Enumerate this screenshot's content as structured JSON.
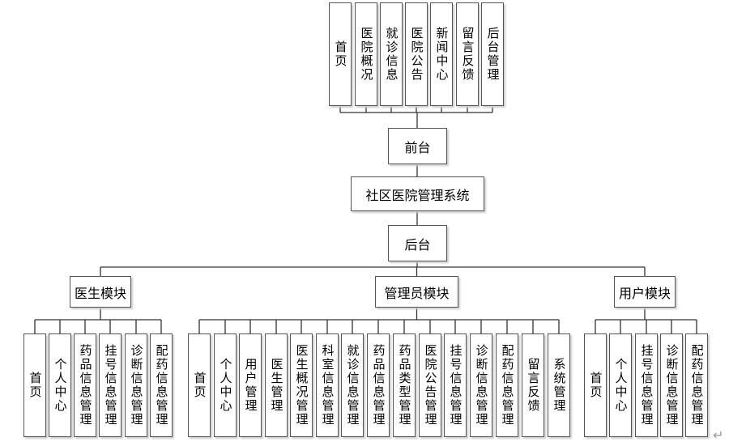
{
  "frontend": {
    "label": "前台",
    "items": [
      "首页",
      "医院概况",
      "就诊信息",
      "医院公告",
      "新闻中心",
      "留言反馈",
      "后台管理"
    ]
  },
  "system": {
    "label": "社区医院管理系统"
  },
  "backend": {
    "label": "后台"
  },
  "modules": [
    {
      "label": "医生模块",
      "items": [
        "首页",
        "个人中心",
        "药品信息管理",
        "挂号信息管理",
        "诊断信息管理",
        "配药信息管理"
      ]
    },
    {
      "label": "管理员模块",
      "items": [
        "首页",
        "个人中心",
        "用户管理",
        "医生管理",
        "医生概况管理",
        "科室信息管理",
        "就诊信息管理",
        "药品信息管理",
        "药品类型管理",
        "医院公告管理",
        "挂号信息管理",
        "诊断信息管理",
        "配药信息管理",
        "留言反馈",
        "系统管理"
      ]
    },
    {
      "label": "用户模块",
      "items": [
        "首页",
        "个人中心",
        "挂号信息管理",
        "诊断信息管理",
        "配药信息管理"
      ]
    }
  ],
  "return_mark": "↵"
}
